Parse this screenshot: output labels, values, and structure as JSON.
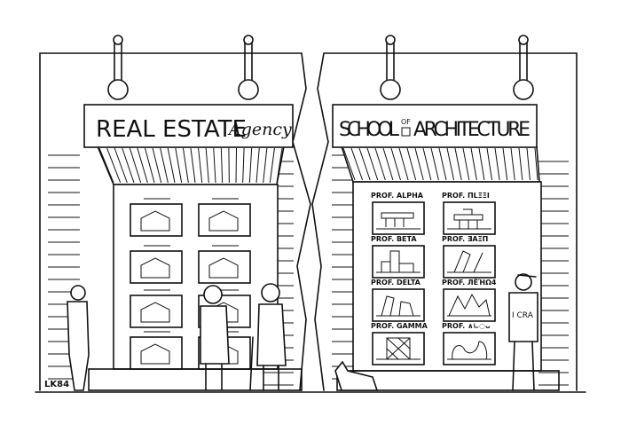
{
  "left_shop": {
    "sign_main": "REAL ESTATE",
    "sign_script": "Agency"
  },
  "right_shop": {
    "sign_left": "SCHOOL",
    "sign_of": "OF",
    "sign_right": "ARCHITECTURE",
    "listings": [
      {
        "label": "PROF. ALPHA",
        "drawing": "flat-roof-building"
      },
      {
        "label": "PROF. ΠLΞΞI",
        "drawing": "pavilion-building"
      },
      {
        "label": "PROF. BETA",
        "drawing": "block-towers"
      },
      {
        "label": "PROF. ƎAΞΠ",
        "drawing": "deconstructed-zigzag"
      },
      {
        "label": "PROF. DELTA",
        "drawing": "tilted-slabs"
      },
      {
        "label": "PROF. ЛЁΉΩ4",
        "drawing": "jagged-roofs"
      },
      {
        "label": "PROF. GAMMA",
        "drawing": "lattice-cube"
      },
      {
        "label": "PROF. ∧∟◌ᴗ",
        "drawing": "organic-blob"
      }
    ]
  },
  "figure_shirt": "I CRA",
  "signature": "LK84"
}
